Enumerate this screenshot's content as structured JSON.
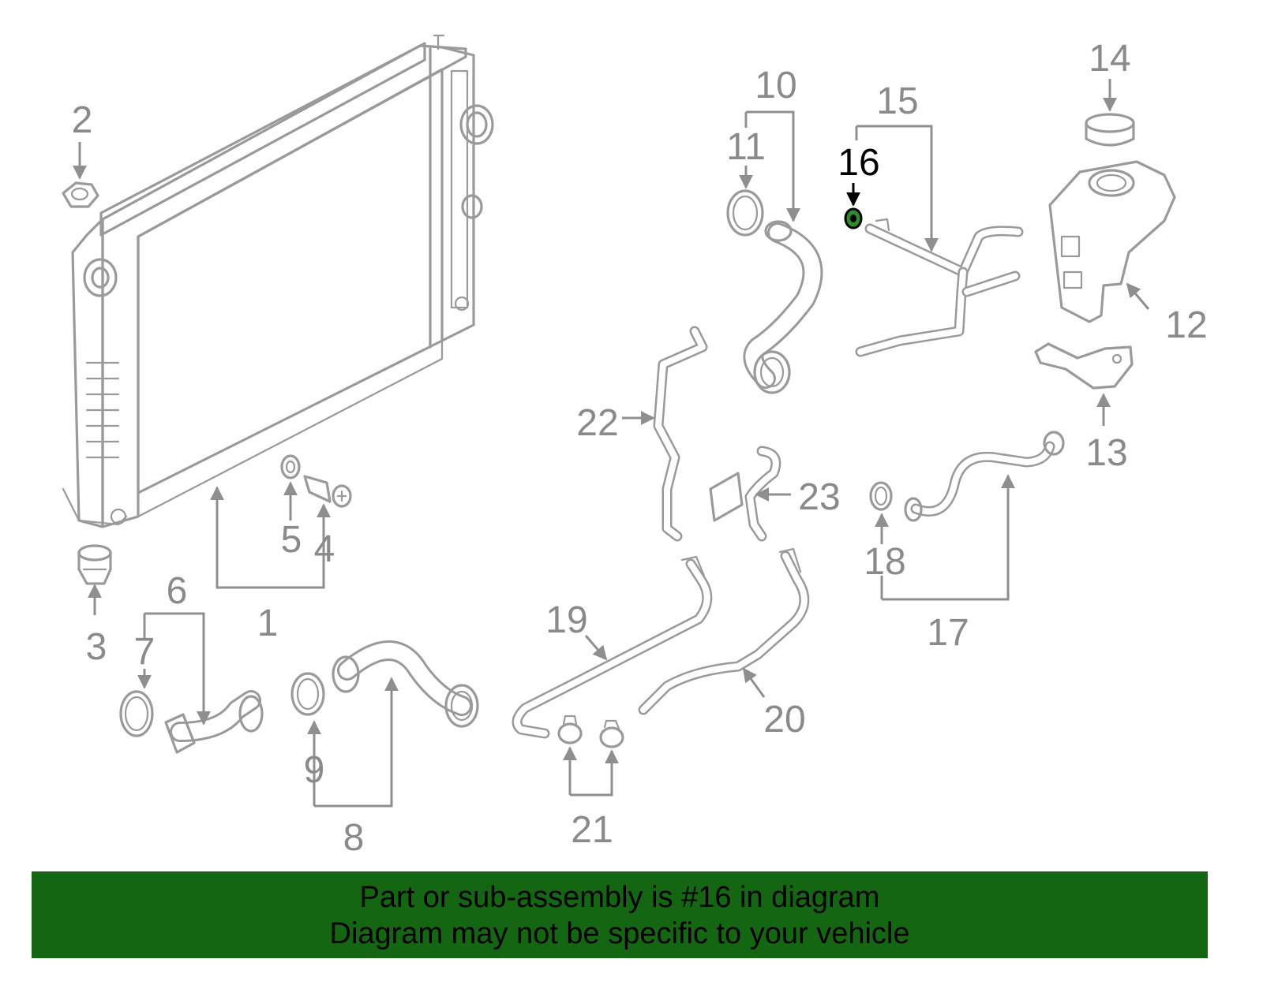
{
  "callouts": {
    "c1": "1",
    "c2": "2",
    "c3": "3",
    "c4": "4",
    "c5": "5",
    "c6": "6",
    "c7": "7",
    "c8": "8",
    "c9": "9",
    "c10": "10",
    "c11": "11",
    "c12": "12",
    "c13": "13",
    "c14": "14",
    "c15": "15",
    "c16": "16",
    "c17": "17",
    "c18": "18",
    "c19": "19",
    "c20": "20",
    "c21": "21",
    "c22": "22",
    "c23": "23"
  },
  "highlighted_part": "16",
  "colors": {
    "highlight": "#000000",
    "part_gray": "#9a9a9a",
    "banner_bg": "#146612",
    "seal_fill": "#2e8b2e"
  },
  "footer": {
    "line1": "Part or sub-assembly is #16 in diagram",
    "line2": "Diagram may not be specific to your vehicle"
  }
}
